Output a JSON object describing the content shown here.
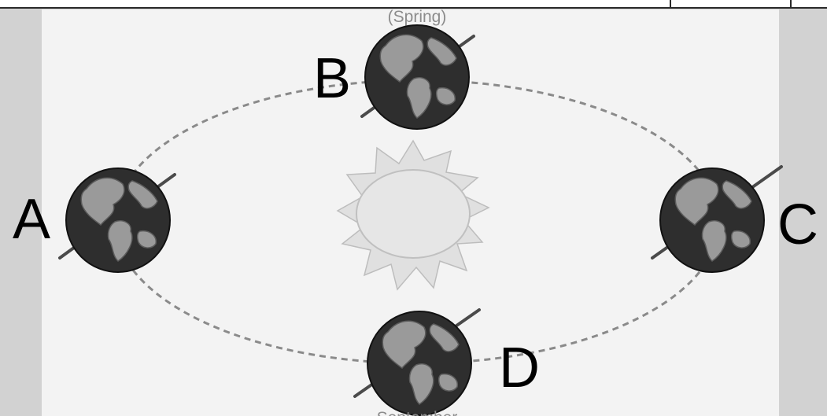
{
  "diagram": {
    "season_top": "(Spring)",
    "season_bottom": "September",
    "positions": [
      {
        "id": "A",
        "label": "A"
      },
      {
        "id": "B",
        "label": "B"
      },
      {
        "id": "C",
        "label": "C"
      },
      {
        "id": "D",
        "label": "D"
      }
    ]
  },
  "colors": {
    "orbit": "#8a8a8a",
    "globe": "#2e2e2e",
    "land": "#9a9a9a",
    "sun": "#e6e6e6",
    "side_bars": "#d2d2d2"
  },
  "icons": [
    "sun-icon",
    "earth-globe-icon"
  ]
}
